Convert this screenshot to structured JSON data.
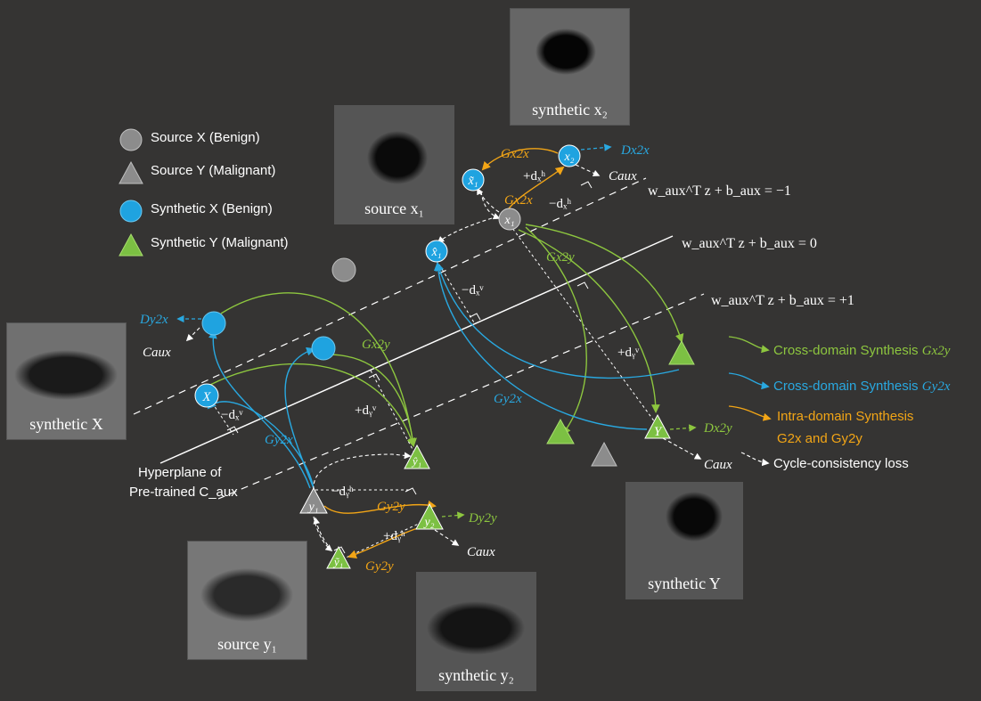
{
  "legend": [
    {
      "icon": "gray-circle",
      "label": "Source X (Benign)"
    },
    {
      "icon": "gray-triangle",
      "label": "Source Y (Malignant)"
    },
    {
      "icon": "blue-circle",
      "label": "Synthetic X (Benign)"
    },
    {
      "icon": "green-triangle",
      "label": "Synthetic Y (Malignant)"
    }
  ],
  "images": {
    "synthetic_x2": "synthetic x₂",
    "source_x1": "source x₁",
    "synthetic_X": "synthetic X",
    "source_y1": "source y₁",
    "synthetic_y2": "synthetic y₂",
    "synthetic_Y": "synthetic Y"
  },
  "hyperplanes": {
    "upper": "w_aux^T z + b_aux = −1",
    "middle": "w_aux^T z + b_aux = 0",
    "lower": "w_aux^T z + b_aux = +1"
  },
  "hyperplane_caption": [
    "Hyperplane of",
    "Pre-trained C_aux"
  ],
  "nodes": {
    "x1": "x₁",
    "x2": "x₂",
    "x1_tilde": "x̃₁",
    "x1_hat": "x̂₁",
    "X": "X",
    "y1": "y₁",
    "y2": "y₂",
    "y1_tilde": "ỹ₁",
    "y1_hat": "ŷ₁",
    "Y": "Y"
  },
  "math": {
    "G_x2x": "Gx2x",
    "G_y2y": "Gy2y",
    "G_x2y": "Gx2y",
    "G_y2x": "Gy2x",
    "D_x2x": "Dx2x",
    "D_y2x": "Dy2x",
    "D_x2y": "Dx2y",
    "D_y2y": "Dy2y",
    "C_aux": "Caux",
    "plus_dxh": "+dₓʰ",
    "minus_dxh": "−dₓʰ",
    "minus_dxv": "−dₓᵛ",
    "plus_dyv": "+dᵧᵛ",
    "minus_dyh": "−dᵧʰ",
    "plus_dyh": "+dᵧʰ"
  },
  "right_legend": [
    {
      "text": "Cross-domain Synthesis ",
      "sub": "Gx2y",
      "color": "#8dc63f"
    },
    {
      "text": "Cross-domain Synthesis ",
      "sub": "Gy2x",
      "color": "#29a8e0"
    },
    {
      "text": "Intra-domain Synthesis",
      "line2": "G2x and Gy2y",
      "color": "#f2a516"
    },
    {
      "text": "Cycle-consistency loss",
      "color": "#ffffff"
    }
  ],
  "colors": {
    "background": "#353433",
    "blue": "#29a8e0",
    "green": "#8dc63f",
    "orange": "#f2a516",
    "gray_node": "#8c8c8c",
    "white": "#ffffff"
  }
}
